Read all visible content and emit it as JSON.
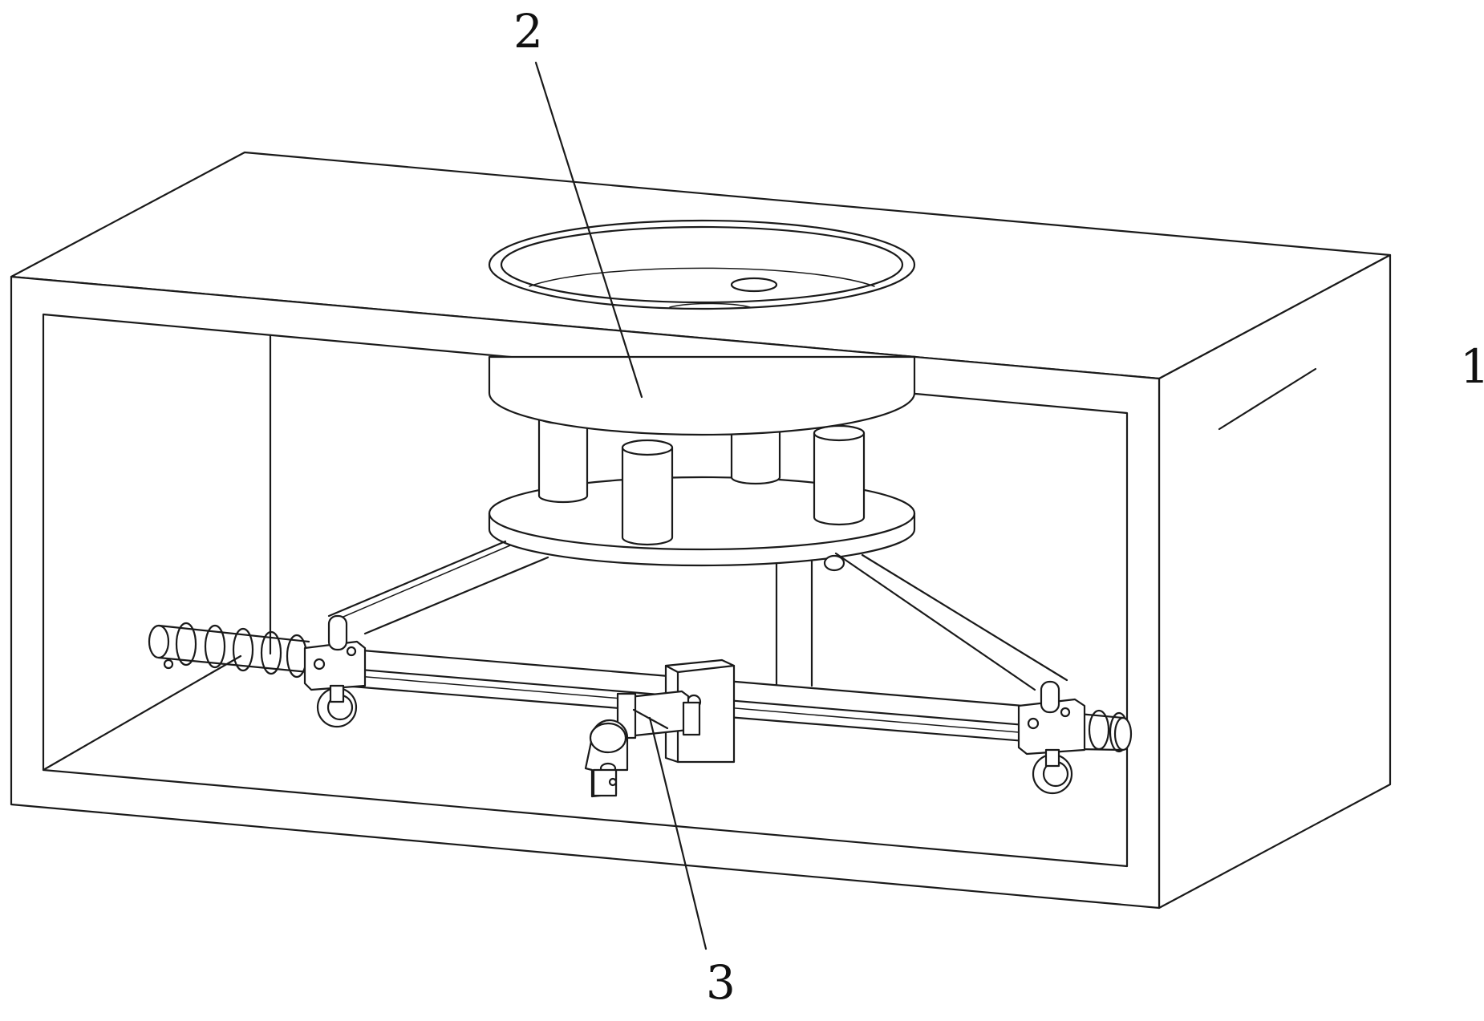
{
  "callouts": {
    "box": {
      "number": "1"
    },
    "turntable": {
      "number": "2"
    },
    "clamp_mechanism": {
      "number": "3"
    }
  },
  "colors": {
    "line": "#1a1a1a",
    "background": "#ffffff"
  }
}
